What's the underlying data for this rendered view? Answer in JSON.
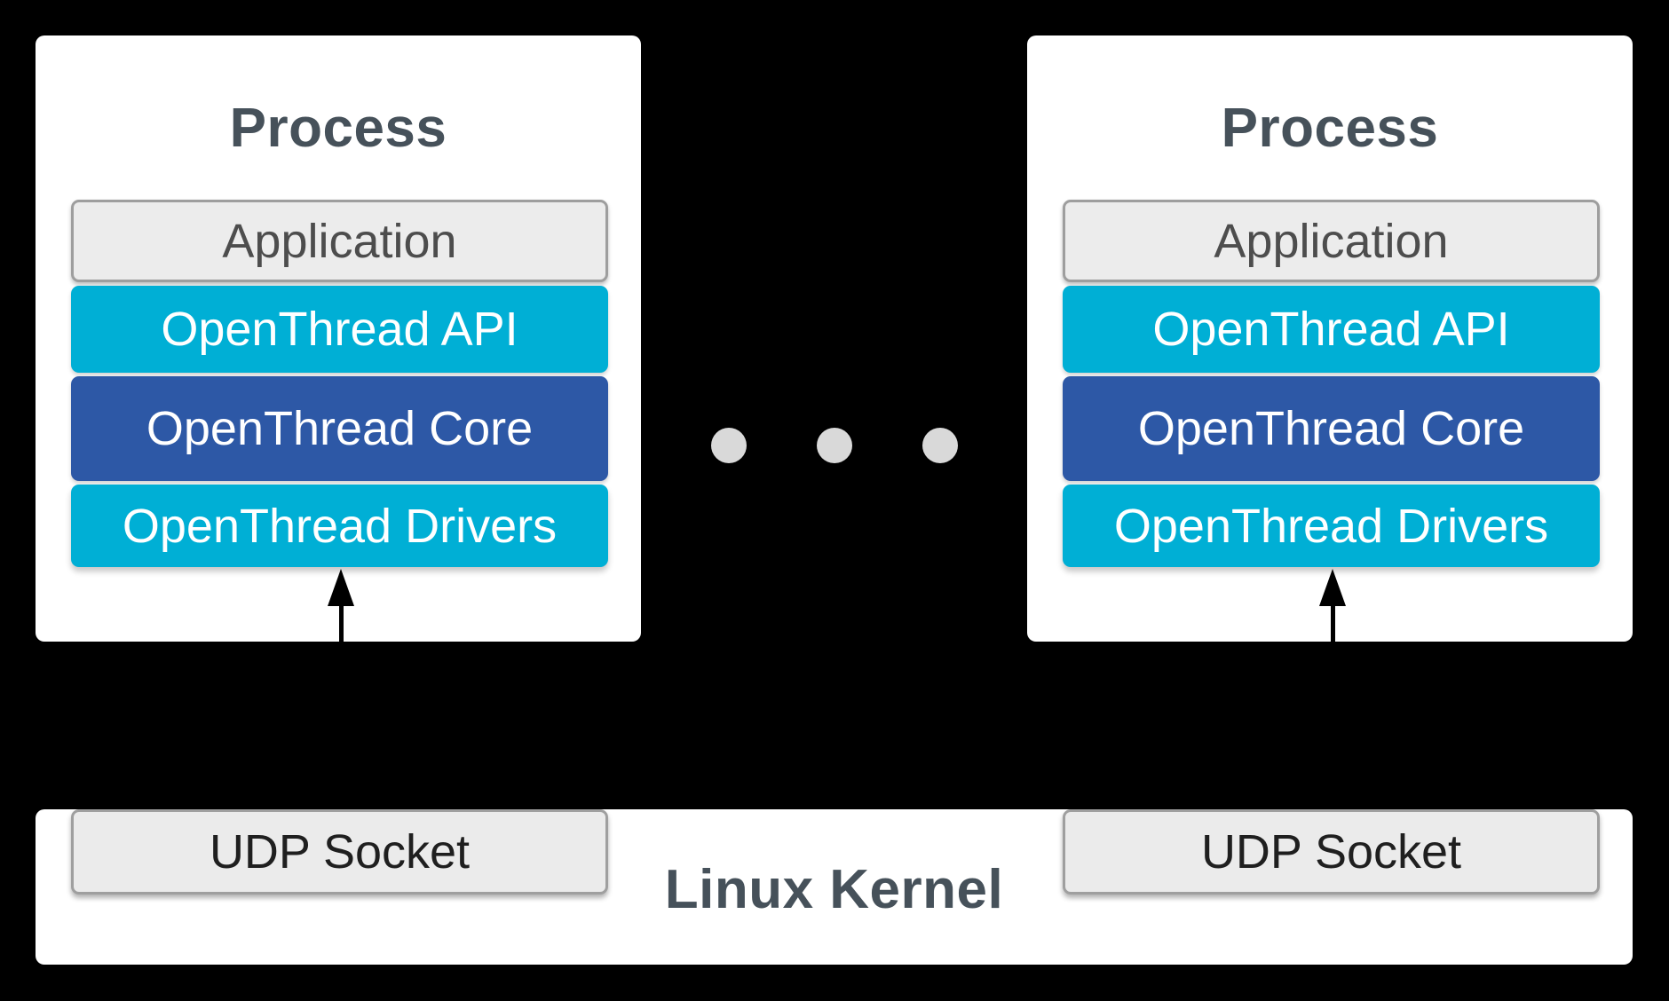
{
  "diagram": "OpenThread multi-process architecture",
  "colors": {
    "background": "#000000",
    "process_box_bg": "#ffffff",
    "cyan_layer": "#00afd5",
    "blue_layer": "#2d58a6",
    "neutral_layer_bg": "#ececec",
    "neutral_layer_border": "#9e9e9e",
    "heading_text": "#46515a",
    "application_text": "#4d4d4d",
    "udp_text": "#1f1f1f",
    "layer_text_light": "#ffffff",
    "ellipsis_dot": "#d9d9d9",
    "arrow": "#000000"
  },
  "processes": [
    {
      "title": "Process",
      "layers": {
        "application": "Application",
        "api": "OpenThread API",
        "core": "OpenThread Core",
        "drivers": "OpenThread Drivers"
      }
    },
    {
      "title": "Process",
      "layers": {
        "application": "Application",
        "api": "OpenThread API",
        "core": "OpenThread Core",
        "drivers": "OpenThread Drivers"
      }
    }
  ],
  "ellipsis": {
    "dot_count": 3
  },
  "kernel": {
    "title": "Linux Kernel",
    "sockets": [
      "UDP Socket",
      "UDP Socket"
    ]
  }
}
